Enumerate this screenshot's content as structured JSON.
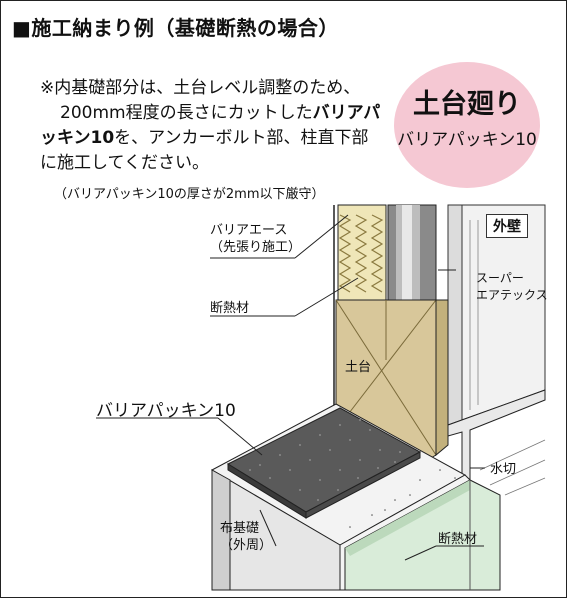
{
  "title": "■施工納まり例（基礎断熱の場合）",
  "note": {
    "line1": "※内基礎部分は、土台レベル調整のため、",
    "line2_a": "200mm程度の長さにカットした",
    "line2_b": "バリアパ",
    "line3_a": "ッキン10",
    "line3_b": "を、アンカーボルト部、柱直下部",
    "line4": "に施工してください。",
    "sub": "（バリアパッキン10の厚さが2mm以下厳守）"
  },
  "badge": {
    "title": "土台廻り",
    "subtitle": "バリアパッキン10"
  },
  "labels": {
    "barrier_ace_1": "バリアエース",
    "barrier_ace_2": "（先張り施工）",
    "insulation_upper": "断熱材",
    "sill": "土台",
    "barrier_packing": "バリアパッキン10",
    "foundation_1": "布基礎",
    "foundation_2": "（外周）",
    "insulation_lower": "断熱材",
    "exterior_wall": "外壁",
    "super_aertex_1": "スーパー",
    "super_aertex_2": "エアテックス",
    "water_drip": "水切"
  },
  "colors": {
    "badge_pink": "#f5c8d3",
    "sill_tan": "#d8c79a",
    "insulation_yellow": "#efe6b8",
    "packing_dark": "#5a5a5a",
    "wall_green": "#d9ecd9",
    "post_gray": "#7a7a7a"
  }
}
